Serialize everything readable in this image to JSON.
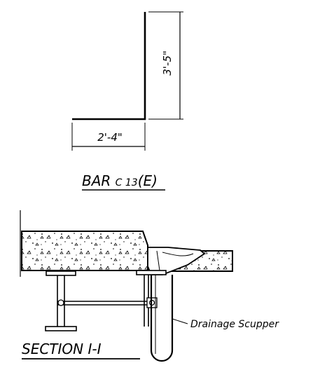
{
  "bar_detail": {
    "vertical_dim": "3'-5\"",
    "horizontal_dim": "2'-4\"",
    "title_main": "BAR ",
    "title_sub": "C 13",
    "title_suffix": "(E)"
  },
  "section": {
    "title": "SECTION I-I",
    "callout_label": "Drainage Scupper"
  }
}
